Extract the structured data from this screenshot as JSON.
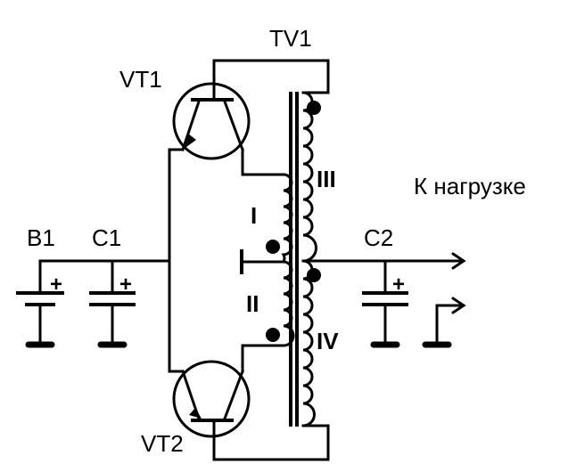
{
  "labels": {
    "transformer": "TV1",
    "transistor_top": "VT1",
    "transistor_bottom": "VT2",
    "battery": "B1",
    "cap_input": "C1",
    "cap_output": "C2",
    "load": "К нагрузке",
    "winding_1": "I",
    "winding_2": "II",
    "winding_3": "III",
    "winding_4": "IV",
    "plus_b1": "+",
    "plus_c1": "+",
    "plus_c2": "+"
  }
}
